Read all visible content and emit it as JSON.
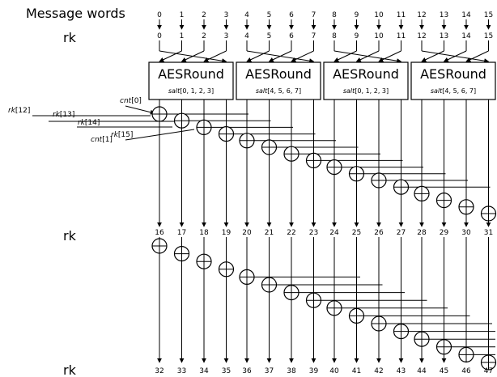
{
  "labels": {
    "message_words": "Message words",
    "rk_top": "rk",
    "rk_mid": "rk",
    "rk_bottom": "rk"
  },
  "message_word_indices": [
    "0",
    "1",
    "2",
    "3",
    "4",
    "5",
    "6",
    "7",
    "8",
    "9",
    "10",
    "11",
    "12",
    "13",
    "14",
    "15"
  ],
  "rk_top_indices": [
    "0",
    "1",
    "2",
    "3",
    "4",
    "5",
    "6",
    "7",
    "8",
    "9",
    "10",
    "11",
    "12",
    "13",
    "14",
    "15"
  ],
  "rk_mid_indices": [
    "16",
    "17",
    "18",
    "19",
    "20",
    "21",
    "22",
    "23",
    "24",
    "25",
    "26",
    "27",
    "28",
    "29",
    "30",
    "31"
  ],
  "rk_bottom_indices": [
    "32",
    "33",
    "34",
    "35",
    "36",
    "37",
    "38",
    "39",
    "40",
    "41",
    "42",
    "43",
    "44",
    "45",
    "46",
    "47"
  ],
  "aes_boxes": [
    {
      "title": "AESRound",
      "salt_name": "salt",
      "salt_idx": "[0, 1, 2, 3]"
    },
    {
      "title": "AESRound",
      "salt_name": "salt",
      "salt_idx": "[4, 5, 6, 7]"
    },
    {
      "title": "AESRound",
      "salt_name": "salt",
      "salt_idx": "[0, 1, 2, 3]"
    },
    {
      "title": "AESRound",
      "salt_name": "salt",
      "salt_idx": "[4, 5, 6, 7]"
    }
  ],
  "side_inputs": [
    {
      "name": "cnt",
      "idx": "[0]"
    },
    {
      "name": "rk",
      "idx": "[12]"
    },
    {
      "name": "rk",
      "idx": "[13]"
    },
    {
      "name": "rk",
      "idx": "[14]"
    },
    {
      "name": "rk",
      "idx": "[15]"
    },
    {
      "name": "cnt",
      "idx": "[1]"
    }
  ]
}
